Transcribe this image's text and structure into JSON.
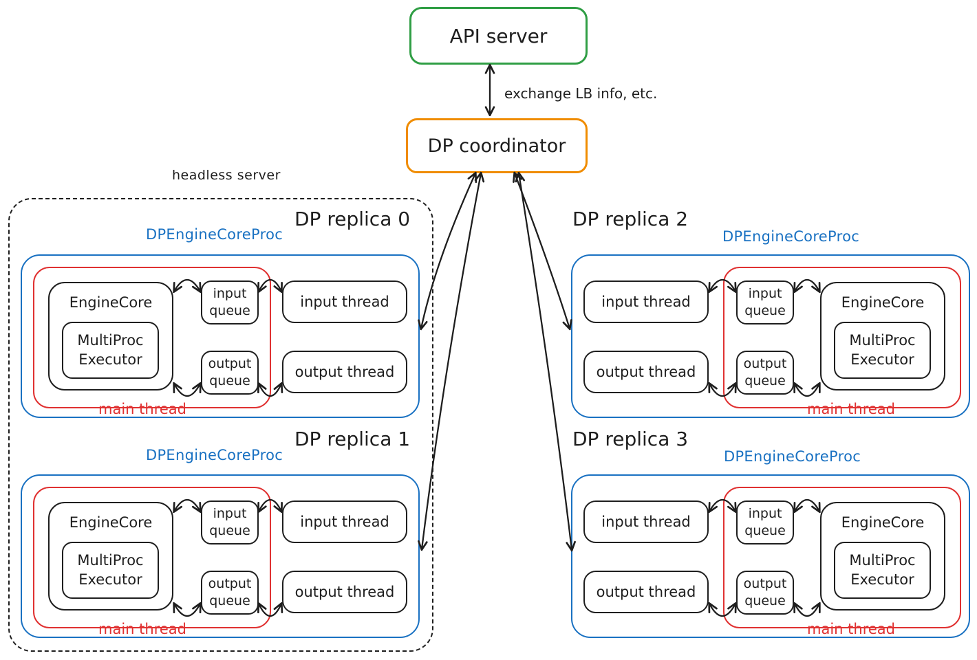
{
  "colors": {
    "api_server_border": "#2f9e44",
    "coordinator_border": "#f08c00",
    "process_border": "#1971c2",
    "main_thread_border": "#e03131",
    "ink": "#1e1e1e",
    "background": "#ffffff"
  },
  "top": {
    "api_server_label": "API server",
    "coordinator_label": "DP coordinator",
    "exchange_note": "exchange LB info, etc."
  },
  "headless_server_label": "headless server",
  "shared": {
    "proc_label": "DPEngineCoreProc",
    "engine_core": "EngineCore",
    "executor_line1": "MultiProc",
    "executor_line2": "Executor",
    "input_queue_line1": "input",
    "input_queue_line2": "queue",
    "output_queue_line1": "output",
    "output_queue_line2": "queue",
    "input_thread": "input thread",
    "output_thread": "output thread",
    "main_thread": "main thread"
  },
  "replicas": [
    {
      "title": "DP replica 0"
    },
    {
      "title": "DP replica 1"
    },
    {
      "title": "DP replica 2"
    },
    {
      "title": "DP replica 3"
    }
  ]
}
